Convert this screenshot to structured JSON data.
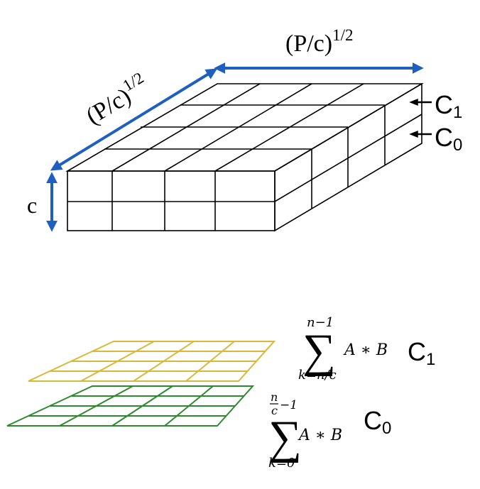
{
  "dimensions": {
    "width_label": "(P/c)",
    "depth_label": "(P/c)",
    "exponent": "1/2",
    "height_label": "c"
  },
  "layers": {
    "top": {
      "letter": "C",
      "subscript": "1"
    },
    "bottom": {
      "letter": "C",
      "subscript": "0"
    }
  },
  "sums": {
    "upper": {
      "upper_limit": "n−1",
      "lower_limit": "k=n/c",
      "term": "A ∗ B",
      "layer_letter": "C",
      "layer_subscript": "1"
    },
    "lower": {
      "upper_limit_num": "n",
      "upper_limit_den": "c",
      "upper_limit_rest": "−1",
      "lower_limit": "k=0",
      "term": "A ∗ B",
      "layer_letter": "C",
      "layer_subscript": "0"
    }
  },
  "colors": {
    "arrow": "#1f5fbf",
    "grid_line": "#000000",
    "top_layer": "#d9b83a",
    "bottom_layer": "#2f8a2f"
  }
}
